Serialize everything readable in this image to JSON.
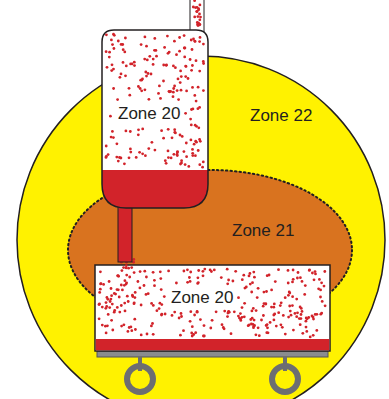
{
  "diagram": {
    "nodes": [
      {
        "text": [
          "Zone 22"
        ]
      },
      {
        "text": [
          "Zone 21"
        ],
        "in": 0
      },
      {
        "text": [
          "Zone 20"
        ],
        "in": 0
      },
      {
        "text": [
          "Zone 20"
        ],
        "in": 1
      }
    ]
  }
}
